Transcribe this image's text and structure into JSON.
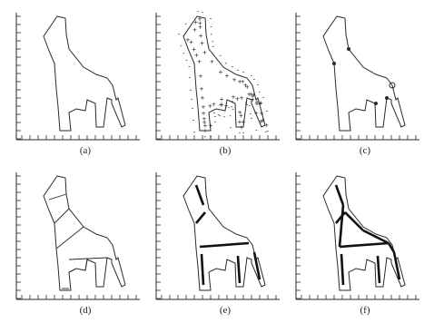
{
  "figure": {
    "panels": [
      {
        "id": "a",
        "label": "(a)",
        "overlay": "outline"
      },
      {
        "id": "b",
        "label": "(b)",
        "overlay": "plus-minus-marks"
      },
      {
        "id": "c",
        "label": "(c)",
        "overlay": "corner-points"
      },
      {
        "id": "d",
        "label": "(d)",
        "overlay": "partition-lines"
      },
      {
        "id": "e",
        "label": "(e)",
        "overlay": "axis-segments"
      },
      {
        "id": "f",
        "label": "(f)",
        "overlay": "skeleton-graph"
      }
    ]
  },
  "style": {
    "ink": "#2a2a2a",
    "background": "#ffffff"
  }
}
